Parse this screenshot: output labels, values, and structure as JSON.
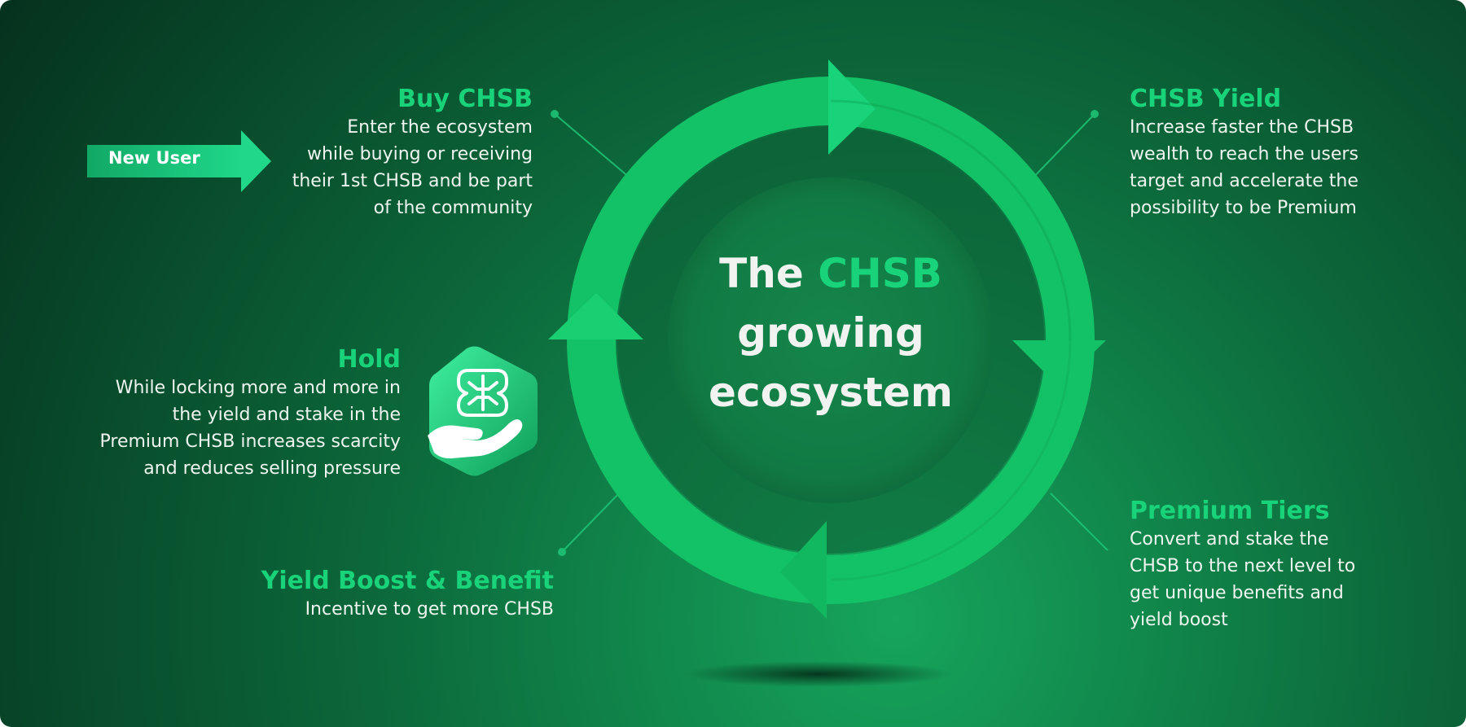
{
  "center": {
    "line1_prefix": "The",
    "line1_highlight": "CHSB",
    "line2": "growing",
    "line3": "ecosystem"
  },
  "new_user": {
    "label": "New User"
  },
  "steps": {
    "buy": {
      "title": "Buy CHSB",
      "lines": [
        "Enter the ecosystem",
        "while buying or receiving",
        "their 1st CHSB and be part",
        "of the community"
      ]
    },
    "yield": {
      "title": "CHSB Yield",
      "lines": [
        "Increase faster the CHSB",
        "wealth to reach the users",
        "target and accelerate the",
        "possibility to be Premium"
      ]
    },
    "premium": {
      "title": "Premium Tiers",
      "lines": [
        "Convert and stake the",
        "CHSB to the next level to",
        "get unique benefits and",
        "yield boost"
      ]
    },
    "boost": {
      "title": "Yield Boost & Benefit",
      "lines": [
        "Incentive to get more CHSB"
      ]
    },
    "hold": {
      "title": "Hold",
      "lines": [
        "While locking more and more in",
        "the yield and stake in the",
        "Premium CHSB increases scarcity",
        "and reduces selling pressure"
      ]
    }
  },
  "colors": {
    "accent": "#19d37a",
    "arrow": "#13c266",
    "arrow_dark": "#0c9a4e",
    "bg_dark": "#06331f",
    "bg_light": "#0f8a4c",
    "text": "#eef5ef"
  },
  "icons": {
    "hold": "hand-holding-brain-hexagon-icon",
    "new_user": "arrow-right-icon"
  }
}
